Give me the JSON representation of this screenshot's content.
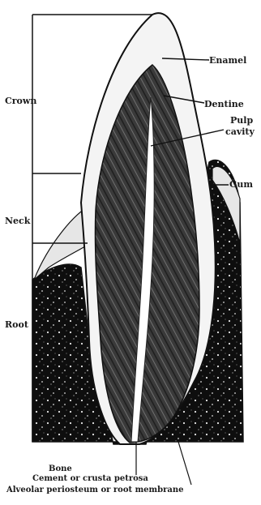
{
  "labels": {
    "enamel": "Enamel",
    "dentine": "Dentine",
    "pulp_cavity_1": "Pulp",
    "pulp_cavity_2": "cavity",
    "crown": "Crown",
    "neck": "Neck",
    "gum": "Gum",
    "root": "Root",
    "bone": "Bone",
    "cement": "Cement or crusta petrosa",
    "periosteum": "Alveolar periosteum or root membrane"
  },
  "colors": {
    "ink": "#1a1a1a",
    "paper": "#ffffff",
    "dentine": "#3c3c3c",
    "bone": "#111111"
  }
}
